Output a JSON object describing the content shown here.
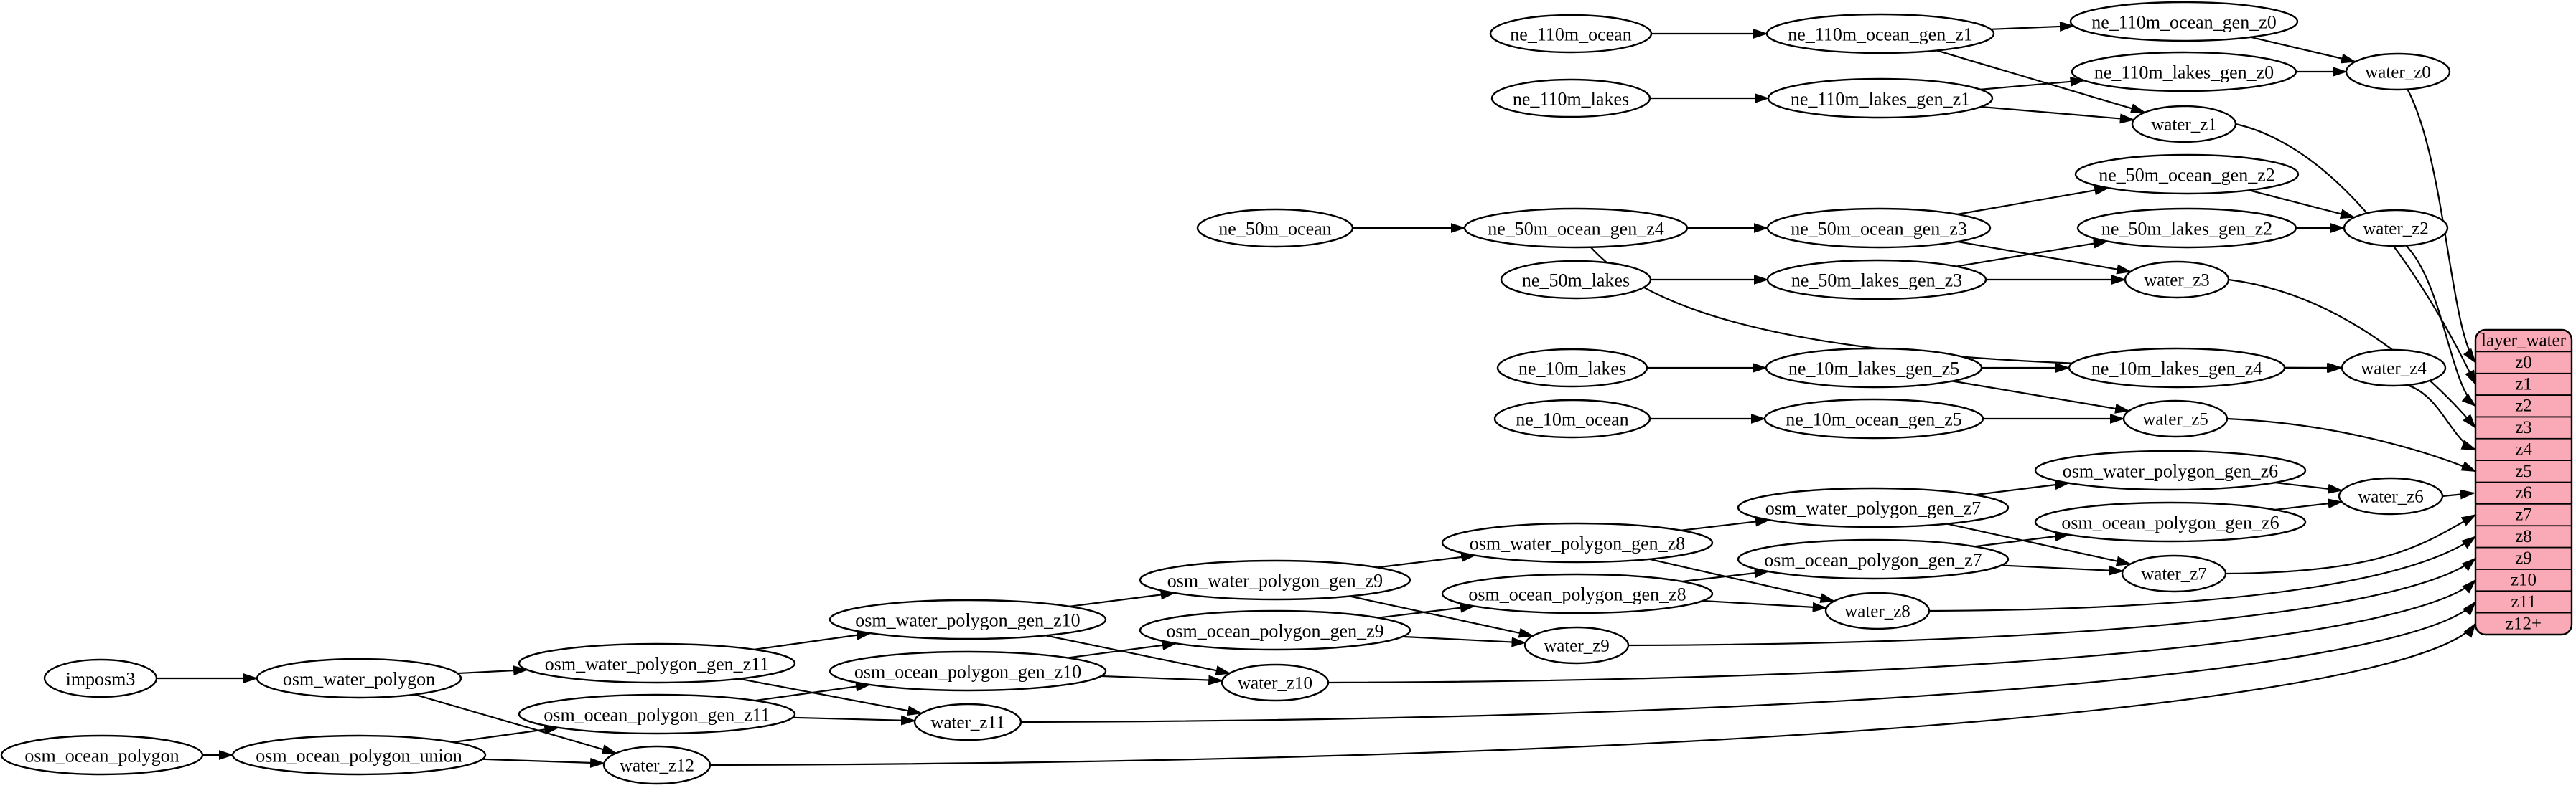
{
  "diagram": {
    "colors": {
      "background": "#ffffff",
      "node_fill": "#ffffff",
      "node_stroke": "#000000",
      "edge": "#000000",
      "table_fill": "#f9aab6",
      "table_stroke": "#000000",
      "text": "#000000"
    },
    "table": {
      "title": "layer_water",
      "rows": [
        "z0",
        "z1",
        "z2",
        "z3",
        "z4",
        "z5",
        "z6",
        "z7",
        "z8",
        "z9",
        "z10",
        "z11",
        "z12+"
      ]
    },
    "nodes": [
      {
        "id": "imposm3",
        "label": "imposm3"
      },
      {
        "id": "osm_water_polygon",
        "label": "osm_water_polygon"
      },
      {
        "id": "osm_ocean_polygon",
        "label": "osm_ocean_polygon"
      },
      {
        "id": "osm_ocean_polygon_union",
        "label": "osm_ocean_polygon_union"
      },
      {
        "id": "ne_110m_ocean",
        "label": "ne_110m_ocean"
      },
      {
        "id": "ne_110m_ocean_gen_z1",
        "label": "ne_110m_ocean_gen_z1"
      },
      {
        "id": "ne_110m_ocean_gen_z0",
        "label": "ne_110m_ocean_gen_z0"
      },
      {
        "id": "ne_110m_lakes",
        "label": "ne_110m_lakes"
      },
      {
        "id": "ne_110m_lakes_gen_z1",
        "label": "ne_110m_lakes_gen_z1"
      },
      {
        "id": "ne_110m_lakes_gen_z0",
        "label": "ne_110m_lakes_gen_z0"
      },
      {
        "id": "water_z0",
        "label": "water_z0"
      },
      {
        "id": "water_z1",
        "label": "water_z1"
      },
      {
        "id": "ne_50m_ocean",
        "label": "ne_50m_ocean"
      },
      {
        "id": "ne_50m_ocean_gen_z4",
        "label": "ne_50m_ocean_gen_z4"
      },
      {
        "id": "ne_50m_ocean_gen_z3",
        "label": "ne_50m_ocean_gen_z3"
      },
      {
        "id": "ne_50m_ocean_gen_z2",
        "label": "ne_50m_ocean_gen_z2"
      },
      {
        "id": "ne_50m_lakes",
        "label": "ne_50m_lakes"
      },
      {
        "id": "ne_50m_lakes_gen_z3",
        "label": "ne_50m_lakes_gen_z3"
      },
      {
        "id": "ne_50m_lakes_gen_z2",
        "label": "ne_50m_lakes_gen_z2"
      },
      {
        "id": "water_z2",
        "label": "water_z2"
      },
      {
        "id": "water_z3",
        "label": "water_z3"
      },
      {
        "id": "ne_10m_lakes",
        "label": "ne_10m_lakes"
      },
      {
        "id": "ne_10m_lakes_gen_z5",
        "label": "ne_10m_lakes_gen_z5"
      },
      {
        "id": "ne_10m_lakes_gen_z4",
        "label": "ne_10m_lakes_gen_z4"
      },
      {
        "id": "water_z4",
        "label": "water_z4"
      },
      {
        "id": "ne_10m_ocean",
        "label": "ne_10m_ocean"
      },
      {
        "id": "ne_10m_ocean_gen_z5",
        "label": "ne_10m_ocean_gen_z5"
      },
      {
        "id": "water_z5",
        "label": "water_z5"
      },
      {
        "id": "osm_water_polygon_gen_z6",
        "label": "osm_water_polygon_gen_z6"
      },
      {
        "id": "osm_ocean_polygon_gen_z6",
        "label": "osm_ocean_polygon_gen_z6"
      },
      {
        "id": "water_z6",
        "label": "water_z6"
      },
      {
        "id": "osm_water_polygon_gen_z7",
        "label": "osm_water_polygon_gen_z7"
      },
      {
        "id": "osm_ocean_polygon_gen_z7",
        "label": "osm_ocean_polygon_gen_z7"
      },
      {
        "id": "water_z7",
        "label": "water_z7"
      },
      {
        "id": "osm_water_polygon_gen_z8",
        "label": "osm_water_polygon_gen_z8"
      },
      {
        "id": "osm_ocean_polygon_gen_z8",
        "label": "osm_ocean_polygon_gen_z8"
      },
      {
        "id": "water_z8",
        "label": "water_z8"
      },
      {
        "id": "osm_water_polygon_gen_z9",
        "label": "osm_water_polygon_gen_z9"
      },
      {
        "id": "osm_ocean_polygon_gen_z9",
        "label": "osm_ocean_polygon_gen_z9"
      },
      {
        "id": "water_z9",
        "label": "water_z9"
      },
      {
        "id": "osm_water_polygon_gen_z10",
        "label": "osm_water_polygon_gen_z10"
      },
      {
        "id": "osm_ocean_polygon_gen_z10",
        "label": "osm_ocean_polygon_gen_z10"
      },
      {
        "id": "water_z10",
        "label": "water_z10"
      },
      {
        "id": "osm_water_polygon_gen_z11",
        "label": "osm_water_polygon_gen_z11"
      },
      {
        "id": "osm_ocean_polygon_gen_z11",
        "label": "osm_ocean_polygon_gen_z11"
      },
      {
        "id": "water_z11",
        "label": "water_z11"
      },
      {
        "id": "water_z12",
        "label": "water_z12"
      }
    ],
    "edges": [
      {
        "from": "ne_110m_ocean",
        "to": "ne_110m_ocean_gen_z1"
      },
      {
        "from": "ne_110m_ocean_gen_z1",
        "to": "ne_110m_ocean_gen_z0"
      },
      {
        "from": "ne_110m_ocean_gen_z1",
        "to": "water_z1"
      },
      {
        "from": "ne_110m_lakes",
        "to": "ne_110m_lakes_gen_z1"
      },
      {
        "from": "ne_110m_lakes_gen_z1",
        "to": "ne_110m_lakes_gen_z0"
      },
      {
        "from": "ne_110m_lakes_gen_z1",
        "to": "water_z1"
      },
      {
        "from": "ne_110m_ocean_gen_z0",
        "to": "water_z0"
      },
      {
        "from": "ne_110m_lakes_gen_z0",
        "to": "water_z0"
      },
      {
        "from": "ne_50m_ocean",
        "to": "ne_50m_ocean_gen_z4"
      },
      {
        "from": "ne_50m_ocean_gen_z4",
        "to": "ne_50m_ocean_gen_z3"
      },
      {
        "from": "ne_50m_ocean_gen_z4",
        "to": "water_z4"
      },
      {
        "from": "ne_50m_ocean_gen_z3",
        "to": "ne_50m_ocean_gen_z2"
      },
      {
        "from": "ne_50m_ocean_gen_z3",
        "to": "water_z3"
      },
      {
        "from": "ne_50m_lakes",
        "to": "ne_50m_lakes_gen_z3"
      },
      {
        "from": "ne_50m_lakes_gen_z3",
        "to": "ne_50m_lakes_gen_z2"
      },
      {
        "from": "ne_50m_lakes_gen_z3",
        "to": "water_z3"
      },
      {
        "from": "ne_50m_ocean_gen_z2",
        "to": "water_z2"
      },
      {
        "from": "ne_50m_lakes_gen_z2",
        "to": "water_z2"
      },
      {
        "from": "ne_10m_lakes",
        "to": "ne_10m_lakes_gen_z5"
      },
      {
        "from": "ne_10m_lakes_gen_z5",
        "to": "ne_10m_lakes_gen_z4"
      },
      {
        "from": "ne_10m_lakes_gen_z5",
        "to": "water_z5"
      },
      {
        "from": "ne_10m_lakes_gen_z4",
        "to": "water_z4"
      },
      {
        "from": "ne_10m_ocean",
        "to": "ne_10m_ocean_gen_z5"
      },
      {
        "from": "ne_10m_ocean_gen_z5",
        "to": "water_z5"
      },
      {
        "from": "imposm3",
        "to": "osm_water_polygon"
      },
      {
        "from": "osm_water_polygon",
        "to": "osm_water_polygon_gen_z11"
      },
      {
        "from": "osm_water_polygon",
        "to": "water_z12"
      },
      {
        "from": "osm_ocean_polygon",
        "to": "osm_ocean_polygon_union"
      },
      {
        "from": "osm_ocean_polygon_union",
        "to": "osm_ocean_polygon_gen_z11"
      },
      {
        "from": "osm_ocean_polygon_union",
        "to": "water_z12"
      },
      {
        "from": "osm_water_polygon_gen_z11",
        "to": "osm_water_polygon_gen_z10"
      },
      {
        "from": "osm_water_polygon_gen_z11",
        "to": "water_z11"
      },
      {
        "from": "osm_ocean_polygon_gen_z11",
        "to": "osm_ocean_polygon_gen_z10"
      },
      {
        "from": "osm_ocean_polygon_gen_z11",
        "to": "water_z11"
      },
      {
        "from": "osm_water_polygon_gen_z10",
        "to": "osm_water_polygon_gen_z9"
      },
      {
        "from": "osm_water_polygon_gen_z10",
        "to": "water_z10"
      },
      {
        "from": "osm_ocean_polygon_gen_z10",
        "to": "osm_ocean_polygon_gen_z9"
      },
      {
        "from": "osm_ocean_polygon_gen_z10",
        "to": "water_z10"
      },
      {
        "from": "osm_water_polygon_gen_z9",
        "to": "osm_water_polygon_gen_z8"
      },
      {
        "from": "osm_water_polygon_gen_z9",
        "to": "water_z9"
      },
      {
        "from": "osm_ocean_polygon_gen_z9",
        "to": "osm_ocean_polygon_gen_z8"
      },
      {
        "from": "osm_ocean_polygon_gen_z9",
        "to": "water_z9"
      },
      {
        "from": "osm_water_polygon_gen_z8",
        "to": "osm_water_polygon_gen_z7"
      },
      {
        "from": "osm_water_polygon_gen_z8",
        "to": "water_z8"
      },
      {
        "from": "osm_ocean_polygon_gen_z8",
        "to": "osm_ocean_polygon_gen_z7"
      },
      {
        "from": "osm_ocean_polygon_gen_z8",
        "to": "water_z8"
      },
      {
        "from": "osm_water_polygon_gen_z7",
        "to": "osm_water_polygon_gen_z6"
      },
      {
        "from": "osm_water_polygon_gen_z7",
        "to": "water_z7"
      },
      {
        "from": "osm_ocean_polygon_gen_z7",
        "to": "osm_ocean_polygon_gen_z6"
      },
      {
        "from": "osm_ocean_polygon_gen_z7",
        "to": "water_z7"
      },
      {
        "from": "osm_water_polygon_gen_z6",
        "to": "water_z6"
      },
      {
        "from": "osm_ocean_polygon_gen_z6",
        "to": "water_z6"
      },
      {
        "from": "water_z0",
        "to": "layer_water:z0"
      },
      {
        "from": "water_z1",
        "to": "layer_water:z1"
      },
      {
        "from": "water_z2",
        "to": "layer_water:z2"
      },
      {
        "from": "water_z3",
        "to": "layer_water:z3"
      },
      {
        "from": "water_z4",
        "to": "layer_water:z4"
      },
      {
        "from": "water_z5",
        "to": "layer_water:z5"
      },
      {
        "from": "water_z6",
        "to": "layer_water:z6"
      },
      {
        "from": "water_z7",
        "to": "layer_water:z7"
      },
      {
        "from": "water_z8",
        "to": "layer_water:z8"
      },
      {
        "from": "water_z9",
        "to": "layer_water:z9"
      },
      {
        "from": "water_z10",
        "to": "layer_water:z10"
      },
      {
        "from": "water_z11",
        "to": "layer_water:z11"
      },
      {
        "from": "water_z12",
        "to": "layer_water:z12+"
      }
    ]
  }
}
